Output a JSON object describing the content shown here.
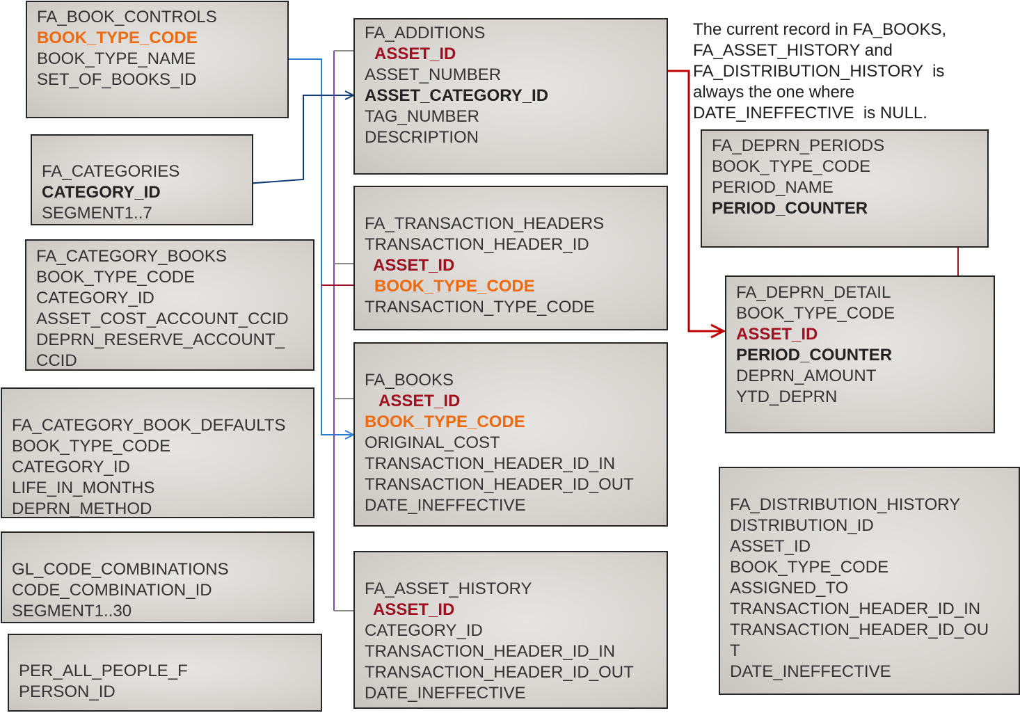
{
  "tables": {
    "fa_book_controls": [
      "FA_BOOK_CONTROLS",
      "BOOK_TYPE_CODE",
      "BOOK_TYPE_NAME",
      "SET_OF_BOOKS_ID"
    ],
    "fa_categories": [
      "FA_CATEGORIES",
      "CATEGORY_ID",
      "SEGMENT1..7"
    ],
    "fa_category_books": [
      "FA_CATEGORY_BOOKS",
      "BOOK_TYPE_CODE",
      "CATEGORY_ID",
      "ASSET_COST_ACCOUNT_CCID",
      "DEPRN_RESERVE_ACCOUNT_",
      "CCID"
    ],
    "fa_category_book_defaults": [
      "FA_CATEGORY_BOOK_DEFAULTS",
      "BOOK_TYPE_CODE",
      "CATEGORY_ID",
      "LIFE_IN_MONTHS",
      "DEPRN_METHOD"
    ],
    "gl_code_combinations": [
      "GL_CODE_COMBINATIONS",
      "CODE_COMBINATION_ID",
      "SEGMENT1..30"
    ],
    "per_all_people_f": [
      "PER_ALL_PEOPLE_F",
      "PERSON_ID"
    ],
    "fa_additions": [
      "FA_ADDITIONS",
      "ASSET_ID",
      "ASSET_NUMBER",
      "ASSET_CATEGORY_ID",
      "TAG_NUMBER",
      "DESCRIPTION"
    ],
    "fa_transaction_headers": [
      "FA_TRANSACTION_HEADERS",
      "TRANSACTION_HEADER_ID",
      "ASSET_ID",
      "BOOK_TYPE_CODE",
      "TRANSACTION_TYPE_CODE"
    ],
    "fa_books": [
      "FA_BOOKS",
      "ASSET_ID",
      "BOOK_TYPE_CODE",
      "ORIGINAL_COST",
      "TRANSACTION_HEADER_ID_IN",
      "TRANSACTION_HEADER_ID_OUT",
      "DATE_INEFFECTIVE"
    ],
    "fa_asset_history": [
      "FA_ASSET_HISTORY",
      "ASSET_ID",
      "CATEGORY_ID",
      "TRANSACTION_HEADER_ID_IN",
      "TRANSACTION_HEADER_ID_OUT",
      "DATE_INEFFECTIVE"
    ],
    "fa_deprn_periods": [
      "FA_DEPRN_PERIODS",
      "BOOK_TYPE_CODE",
      "PERIOD_NAME",
      "PERIOD_COUNTER"
    ],
    "fa_deprn_detail": [
      "FA_DEPRN_DETAIL",
      "BOOK_TYPE_CODE",
      "ASSET_ID",
      "PERIOD_COUNTER",
      "DEPRN_AMOUNT",
      "YTD_DEPRN"
    ],
    "fa_distribution_history": [
      "FA_DISTRIBUTION_HISTORY",
      "DISTRIBUTION_ID",
      "ASSET_ID",
      "BOOK_TYPE_CODE",
      "ASSIGNED_TO",
      "TRANSACTION_HEADER_ID_IN",
      "TRANSACTION_HEADER_ID_OU",
      "T",
      "DATE_INEFFECTIVE"
    ]
  },
  "note": [
    "The current record in FA_BOOKS,",
    "FA_ASSET_HISTORY and",
    "FA_DISTRIBUTION_HISTORY  is",
    "always the one where",
    "DATE_INEFFECTIVE  is NULL."
  ],
  "colors": {
    "asset_id_red": "#a01020",
    "book_type_code_orange": "#ee6a10",
    "link_blue": "#2a7fd0",
    "link_navy": "#0e3a78",
    "link_purple": "#7a4cb0",
    "link_gray": "#8c8c8c",
    "link_red": "#c00000",
    "link_darkred": "#9a1020"
  }
}
